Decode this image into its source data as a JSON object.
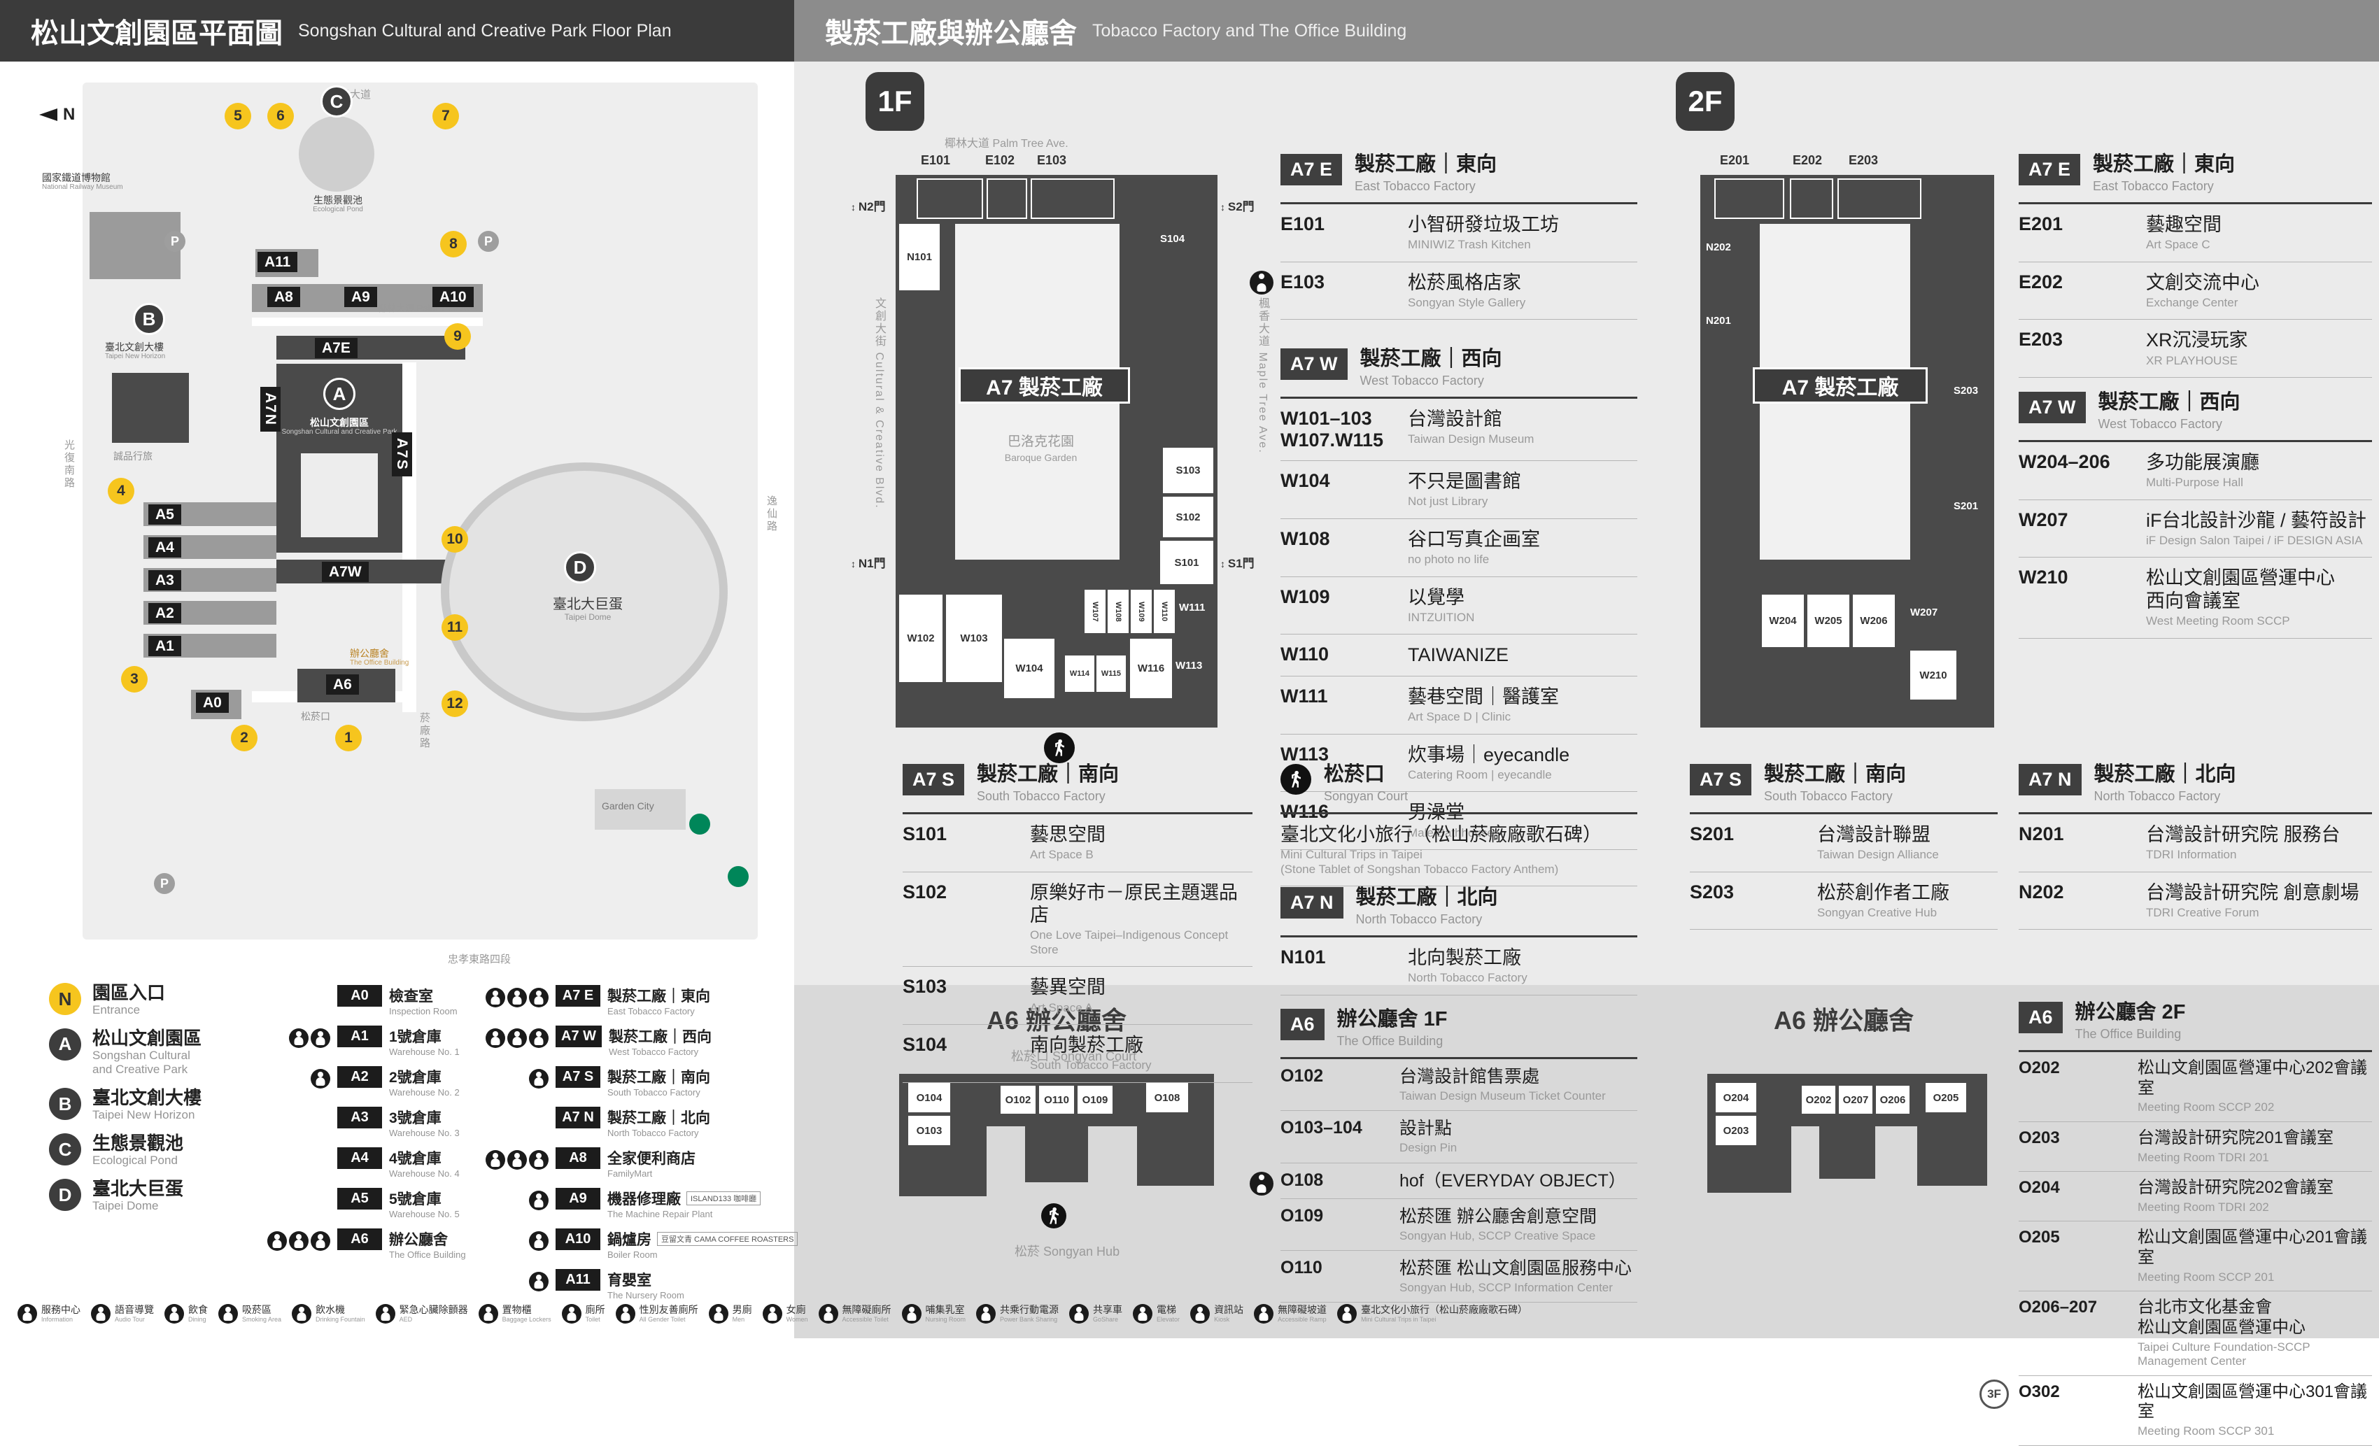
{
  "left_panel": {
    "header": {
      "zh": "松山文創園區平面圖",
      "en": "Songshan Cultural and Creative Park Floor Plan"
    },
    "map": {
      "compass": "N",
      "parking": "P",
      "labels": {
        "railway_zh": "國家鐵道博物館",
        "railway_en": "National Railway Museum",
        "pond_zh": "生態景觀池",
        "pond_en": "Ecological Pond",
        "horizon_zh": "臺北文創大樓",
        "horizon_en": "Taipei New Horizon",
        "eslite": "誠品行旅",
        "park_zh": "松山文創園區",
        "park_en": "Songshan Cultural and Creative Park",
        "dome_zh": "臺北大巨蛋",
        "dome_en": "Taipei Dome",
        "office_zh": "辦公廳舍",
        "office_en": "The Office Building",
        "court": "松菸口",
        "palm": "椰林大道 Palm Tree Ave.",
        "garden_city": "Garden City",
        "street_top": "市民大道",
        "street_left": "光復南路",
        "street_right": "逸仙路",
        "street_bottom": "忠孝東路四段",
        "street_yanchang": "菸廠路"
      },
      "area_markers": [
        "A",
        "B",
        "C",
        "D"
      ],
      "tags": [
        "A11",
        "A8",
        "A9",
        "A10",
        "A7E",
        "A7N",
        "A7S",
        "A7W",
        "A5",
        "A4",
        "A3",
        "A2",
        "A1",
        "A0",
        "A6"
      ],
      "entrances": [
        "1",
        "2",
        "3",
        "4",
        "5",
        "6",
        "7",
        "8",
        "9",
        "10",
        "11",
        "12"
      ]
    },
    "legend": {
      "entrance": {
        "sym": "N",
        "zh": "園區入口",
        "en": "Entrance"
      },
      "markers": [
        {
          "sym": "A",
          "zh": "松山文創園區",
          "en": "Songshan Cultural\nand Creative Park"
        },
        {
          "sym": "B",
          "zh": "臺北文創大樓",
          "en": "Taipei New Horizon"
        },
        {
          "sym": "C",
          "zh": "生態景觀池",
          "en": "Ecological Pond"
        },
        {
          "sym": "D",
          "zh": "臺北大巨蛋",
          "en": "Taipei Dome"
        }
      ],
      "col2": [
        {
          "code": "A0",
          "zh": "檢查室",
          "en": "Inspection Room",
          "icons": 0
        },
        {
          "code": "A1",
          "zh": "1號倉庫",
          "en": "Warehouse No. 1",
          "icons": 2
        },
        {
          "code": "A2",
          "zh": "2號倉庫",
          "en": "Warehouse No. 2",
          "icons": 1
        },
        {
          "code": "A3",
          "zh": "3號倉庫",
          "en": "Warehouse No. 3",
          "icons": 0
        },
        {
          "code": "A4",
          "zh": "4號倉庫",
          "en": "Warehouse No. 4",
          "icons": 0
        },
        {
          "code": "A5",
          "zh": "5號倉庫",
          "en": "Warehouse No. 5",
          "icons": 0
        },
        {
          "code": "A6",
          "zh": "辦公廳舍",
          "en": "The Office Building",
          "icons": 3
        }
      ],
      "col3": [
        {
          "code": "A7 E",
          "zh": "製菸工廠｜東向",
          "en": "East Tobacco Factory",
          "icons": 3
        },
        {
          "code": "A7 W",
          "zh": "製菸工廠｜西向",
          "en": "West Tobacco Factory",
          "icons": 3
        },
        {
          "code": "A7 S",
          "zh": "製菸工廠｜南向",
          "en": "South Tobacco Factory",
          "icons": 1
        },
        {
          "code": "A7 N",
          "zh": "製菸工廠｜北向",
          "en": "North Tobacco Factory",
          "icons": 0
        },
        {
          "code": "A8",
          "zh": "全家便利商店",
          "en": "FamilyMart",
          "icons": 3
        },
        {
          "code": "A9",
          "zh": "機器修理廠",
          "en": "The Machine Repair Plant",
          "icons": 1,
          "note": "ISLAND133 咖啡廳"
        },
        {
          "code": "A10",
          "zh": "鍋爐房",
          "en": "Boiler Room",
          "icons": 1,
          "note": "豆留文青 CAMA COFFEE ROASTERS"
        },
        {
          "code": "A11",
          "zh": "育嬰室",
          "en": "The Nursery Room",
          "icons": 1
        }
      ]
    }
  },
  "right_panel": {
    "header": {
      "zh": "製菸工廠與辦公廳舍",
      "en": "Tobacco Factory and The Office Building"
    },
    "f1": {
      "badge": "1F",
      "east": {
        "badge": "A7 E",
        "zh": "製菸工廠｜東向",
        "en": "East Tobacco Factory",
        "rooms": [
          {
            "code": "E101",
            "zh": "小智研發垃圾工坊",
            "en": "MINIWIZ Trash Kitchen"
          },
          {
            "code": "E103",
            "zh": "松菸風格店家",
            "en": "Songyan Style Gallery",
            "icon": true
          }
        ]
      },
      "west": {
        "badge": "A7 W",
        "zh": "製菸工廠｜西向",
        "en": "West Tobacco Factory",
        "rooms": [
          {
            "code": "W101–103",
            "code2": "W107.W115",
            "zh": "台灣設計館",
            "en": "Taiwan Design Museum"
          },
          {
            "code": "W104",
            "zh": "不只是圖書館",
            "en": "Not just Library"
          },
          {
            "code": "W108",
            "zh": "谷口写真企画室",
            "en": "no photo no life"
          },
          {
            "code": "W109",
            "zh": "以覺學",
            "en": "INTZUITION"
          },
          {
            "code": "W110",
            "zh": "TAIWANIZE",
            "en": ""
          },
          {
            "code": "W111",
            "zh": "藝巷空間｜醫護室",
            "en": "Art Space D | Clinic"
          },
          {
            "code": "W113",
            "zh": "炊事場｜eyecandle",
            "en": "Catering Room | eyecandle"
          },
          {
            "code": "W116",
            "zh": "男澡堂",
            "en": "Male Bathhouse"
          }
        ]
      },
      "south": {
        "badge": "A7 S",
        "zh": "製菸工廠｜南向",
        "en": "South Tobacco Factory",
        "rooms": [
          {
            "code": "S101",
            "zh": "藝思空間",
            "en": "Art Space B"
          },
          {
            "code": "S102",
            "zh": "原樂好市－原民主題選品店",
            "en": "One Love Taipei–Indigenous Concept Store"
          },
          {
            "code": "S103",
            "zh": "藝異空間",
            "en": "Art Space A"
          },
          {
            "code": "S104",
            "zh": "南向製菸工廠",
            "en": "South Tobacco Factory"
          }
        ]
      },
      "court": {
        "zh": "松菸口",
        "en": "Songyan Court",
        "desc_zh": "臺北文化小旅行（松山菸廠廠歌石碑）",
        "desc_en": "Mini Cultural Trips in Taipei\n(Stone Tablet of Songshan Tobacco Factory Anthem)"
      },
      "north": {
        "badge": "A7 N",
        "zh": "製菸工廠｜北向",
        "en": "North Tobacco Factory",
        "rooms": [
          {
            "code": "N101",
            "zh": "北向製菸工廠",
            "en": "North Tobacco Factory"
          }
        ]
      }
    },
    "f2": {
      "badge": "2F",
      "east": {
        "badge": "A7 E",
        "zh": "製菸工廠｜東向",
        "en": "East Tobacco Factory",
        "rooms": [
          {
            "code": "E201",
            "zh": "藝趣空間",
            "en": "Art Space C"
          },
          {
            "code": "E202",
            "zh": "文創交流中心",
            "en": "Exchange Center"
          },
          {
            "code": "E203",
            "zh": "XR沉浸玩家",
            "en": "XR PLAYHOUSE"
          }
        ]
      },
      "west": {
        "badge": "A7 W",
        "zh": "製菸工廠｜西向",
        "en": "West Tobacco Factory",
        "rooms": [
          {
            "code": "W204–206",
            "zh": "多功能展演廳",
            "en": "Multi-Purpose Hall"
          },
          {
            "code": "W207",
            "zh": "iF台北設計沙龍 / 藝符設計",
            "en": "iF Design Salon Taipei / iF DESIGN ASIA"
          },
          {
            "code": "W210",
            "zh": "松山文創園區營運中心\n西向會議室",
            "en": "West Meeting Room SCCP"
          }
        ]
      },
      "south": {
        "badge": "A7 S",
        "zh": "製菸工廠｜南向",
        "en": "South Tobacco Factory",
        "rooms": [
          {
            "code": "S201",
            "zh": "台灣設計聯盟",
            "en": "Taiwan Design Alliance"
          },
          {
            "code": "S203",
            "zh": "松菸創作者工廠",
            "en": "Songyan Creative Hub"
          }
        ]
      },
      "north": {
        "badge": "A7 N",
        "zh": "製菸工廠｜北向",
        "en": "North Tobacco Factory",
        "rooms": [
          {
            "code": "N201",
            "zh": "台灣設計研究院 服務台",
            "en": "TDRI Information"
          },
          {
            "code": "N202",
            "zh": "台灣設計研究院 創意劇場",
            "en": "TDRI Creative Forum"
          }
        ]
      }
    },
    "a6f1": {
      "badge": "A6",
      "zh": "辦公廳舍 1F",
      "en": "The Office Building",
      "rooms": [
        {
          "code": "O102",
          "zh": "台灣設計館售票處",
          "en": "Taiwan Design Museum Ticket Counter"
        },
        {
          "code": "O103–104",
          "zh": "設計點",
          "en": "Design Pin"
        },
        {
          "code": "O108",
          "zh": "hof（EVERYDAY OBJECT）",
          "en": "",
          "icon": true
        },
        {
          "code": "O109",
          "zh": "松菸匯 辦公廳舍創意空間",
          "en": "Songyan Hub, SCCP Creative Space"
        },
        {
          "code": "O110",
          "zh": "松菸匯 松山文創園區服務中心",
          "en": "Songyan Hub, SCCP Information Center"
        }
      ]
    },
    "a6f2": {
      "badge": "A6",
      "zh": "辦公廳舍 2F",
      "en": "The Office Building",
      "rooms": [
        {
          "code": "O202",
          "zh": "松山文創園區營運中心202會議室",
          "en": "Meeting Room SCCP 202"
        },
        {
          "code": "O203",
          "zh": "台灣設計研究院201會議室",
          "en": "Meeting Room TDRI 201"
        },
        {
          "code": "O204",
          "zh": "台灣設計研究院202會議室",
          "en": "Meeting Room TDRI 202"
        },
        {
          "code": "O205",
          "zh": "松山文創園區營運中心201會議室",
          "en": "Meeting Room SCCP 201"
        },
        {
          "code": "O206–207",
          "zh": "台北市文化基金會\n松山文創園區營運中心",
          "en": "Taipei Culture Foundation-SCCP Management Center"
        },
        {
          "code": "O302",
          "zh": "松山文創園區營運中心301會議室",
          "en": "Meeting Room SCCP 301",
          "prefix": "3F"
        }
      ]
    },
    "plans": {
      "f1": {
        "street_top": "椰林大道 Palm Tree Ave.",
        "street_left": "文創大街 Cultural & Creative Blvd.",
        "street_right": "楓香大道 Maple Tree Ave.",
        "center_badge": "A7 製菸工廠",
        "garden_zh": "巴洛克花園",
        "garden_en": "Baroque Garden",
        "doors": [
          "N2門",
          "S2門",
          "N1門",
          "S1門"
        ],
        "rooms": [
          "E101",
          "E102",
          "E103",
          "N101",
          "S104",
          "S103",
          "S102",
          "S101",
          "W102",
          "W103",
          "W104",
          "W107",
          "W108",
          "W109",
          "W110",
          "W111",
          "W113",
          "W114",
          "W115",
          "W116"
        ]
      },
      "f2": {
        "center_badge": "A7 製菸工廠",
        "rooms": [
          "E201",
          "E202",
          "E203",
          "N202",
          "N201",
          "S203",
          "S201",
          "W204",
          "W205",
          "W206",
          "W207",
          "W210"
        ]
      },
      "a6f1": {
        "title": "A6 辦公廳舍",
        "court": "松菸口 Songyan Court",
        "hub": "松菸 Songyan Hub",
        "rooms": [
          "O104",
          "O103",
          "O102",
          "O110",
          "O109",
          "O108"
        ]
      },
      "a6f2": {
        "title": "A6 辦公廳舍",
        "rooms": [
          "O204",
          "O203",
          "O202",
          "O207",
          "O206",
          "O205"
        ]
      }
    }
  },
  "footer": {
    "items": [
      {
        "zh": "服務中心",
        "en": "Information"
      },
      {
        "zh": "語音導覽",
        "en": "Audio Tour"
      },
      {
        "zh": "飲食",
        "en": "Dining"
      },
      {
        "zh": "吸菸區",
        "en": "Smoking Area"
      },
      {
        "zh": "飲水機",
        "en": "Drinking Fountain"
      },
      {
        "zh": "緊急心臟除顫器",
        "en": "AED"
      },
      {
        "zh": "置物櫃",
        "en": "Baggage Lockers"
      },
      {
        "zh": "廁所",
        "en": "Toilet"
      },
      {
        "zh": "性別友善廁所",
        "en": "All Gender Toilet"
      },
      {
        "zh": "男廁",
        "en": "Men"
      },
      {
        "zh": "女廁",
        "en": "Women"
      },
      {
        "zh": "無障礙廁所",
        "en": "Accessible Toilet"
      },
      {
        "zh": "哺集乳室",
        "en": "Nursing Room"
      },
      {
        "zh": "共乘行動電源",
        "en": "Power Bank Sharing"
      },
      {
        "zh": "共享車",
        "en": "GoShare"
      },
      {
        "zh": "電梯",
        "en": "Elevator"
      },
      {
        "zh": "資訊站",
        "en": "Kiosk"
      },
      {
        "zh": "無障礙坡道",
        "en": "Accessible Ramp"
      },
      {
        "zh": "臺北文化小旅行（松山菸廠廠歌石碑）",
        "en": "Mini Cultural Trips in Taipei"
      }
    ]
  },
  "colors": {
    "accent_yellow": "#f6c51e",
    "dark_header": "#3b3b3b",
    "gray_header": "#8c8c8c"
  }
}
